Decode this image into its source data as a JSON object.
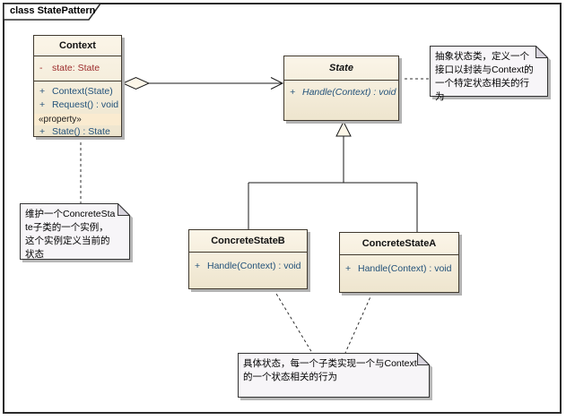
{
  "frame": {
    "label": "class StatePattern"
  },
  "colors": {
    "class_fill_top": "#FBF5E8",
    "class_fill_bottom": "#EEE5CE",
    "class_border": "#40392e",
    "attribute_text": "#9C2B2B",
    "operation_text": "#23527A",
    "stereotype_strip_fill": "#FAEBD0",
    "note_fill": "#F7F5F8",
    "note_fold": "#D9D5DE",
    "shadow": "#B2B2B2"
  },
  "classes": {
    "context": {
      "name": "Context",
      "attributes": [
        {
          "sym": "-",
          "text": "state: State"
        }
      ],
      "operations": [
        {
          "sym": "+",
          "text": "Context(State)"
        },
        {
          "sym": "+",
          "text": "Request() : void"
        }
      ],
      "stereotype_header": "«property»",
      "stereotype_ops": [
        {
          "sym": "+",
          "text": "State() : State"
        }
      ]
    },
    "state": {
      "name": "State",
      "operations": [
        {
          "sym": "+",
          "text": "Handle(Context) : void"
        }
      ]
    },
    "concrete_state_b": {
      "name": "ConcreteStateB",
      "operations": [
        {
          "sym": "+",
          "text": "Handle(Context) : void"
        }
      ]
    },
    "concrete_state_a": {
      "name": "ConcreteStateA",
      "operations": [
        {
          "sym": "+",
          "text": "Handle(Context) : void"
        }
      ]
    }
  },
  "notes": {
    "state_note": {
      "text": "抽象状态类，定义一个接口以封装与Context的一个特定状态相关的行为"
    },
    "context_note": {
      "text": "维护一个ConcreteState子类的一个实例，这个实例定义当前的状态"
    },
    "concrete_note": {
      "text": "具体状态，每一个子类实现一个与Context的一个状态相关的行为"
    }
  },
  "connectors": {
    "aggregation": "Context has State (aggregation, navigable)",
    "generalization_b": "ConcreteStateB extends State",
    "generalization_a": "ConcreteStateA extends State"
  }
}
